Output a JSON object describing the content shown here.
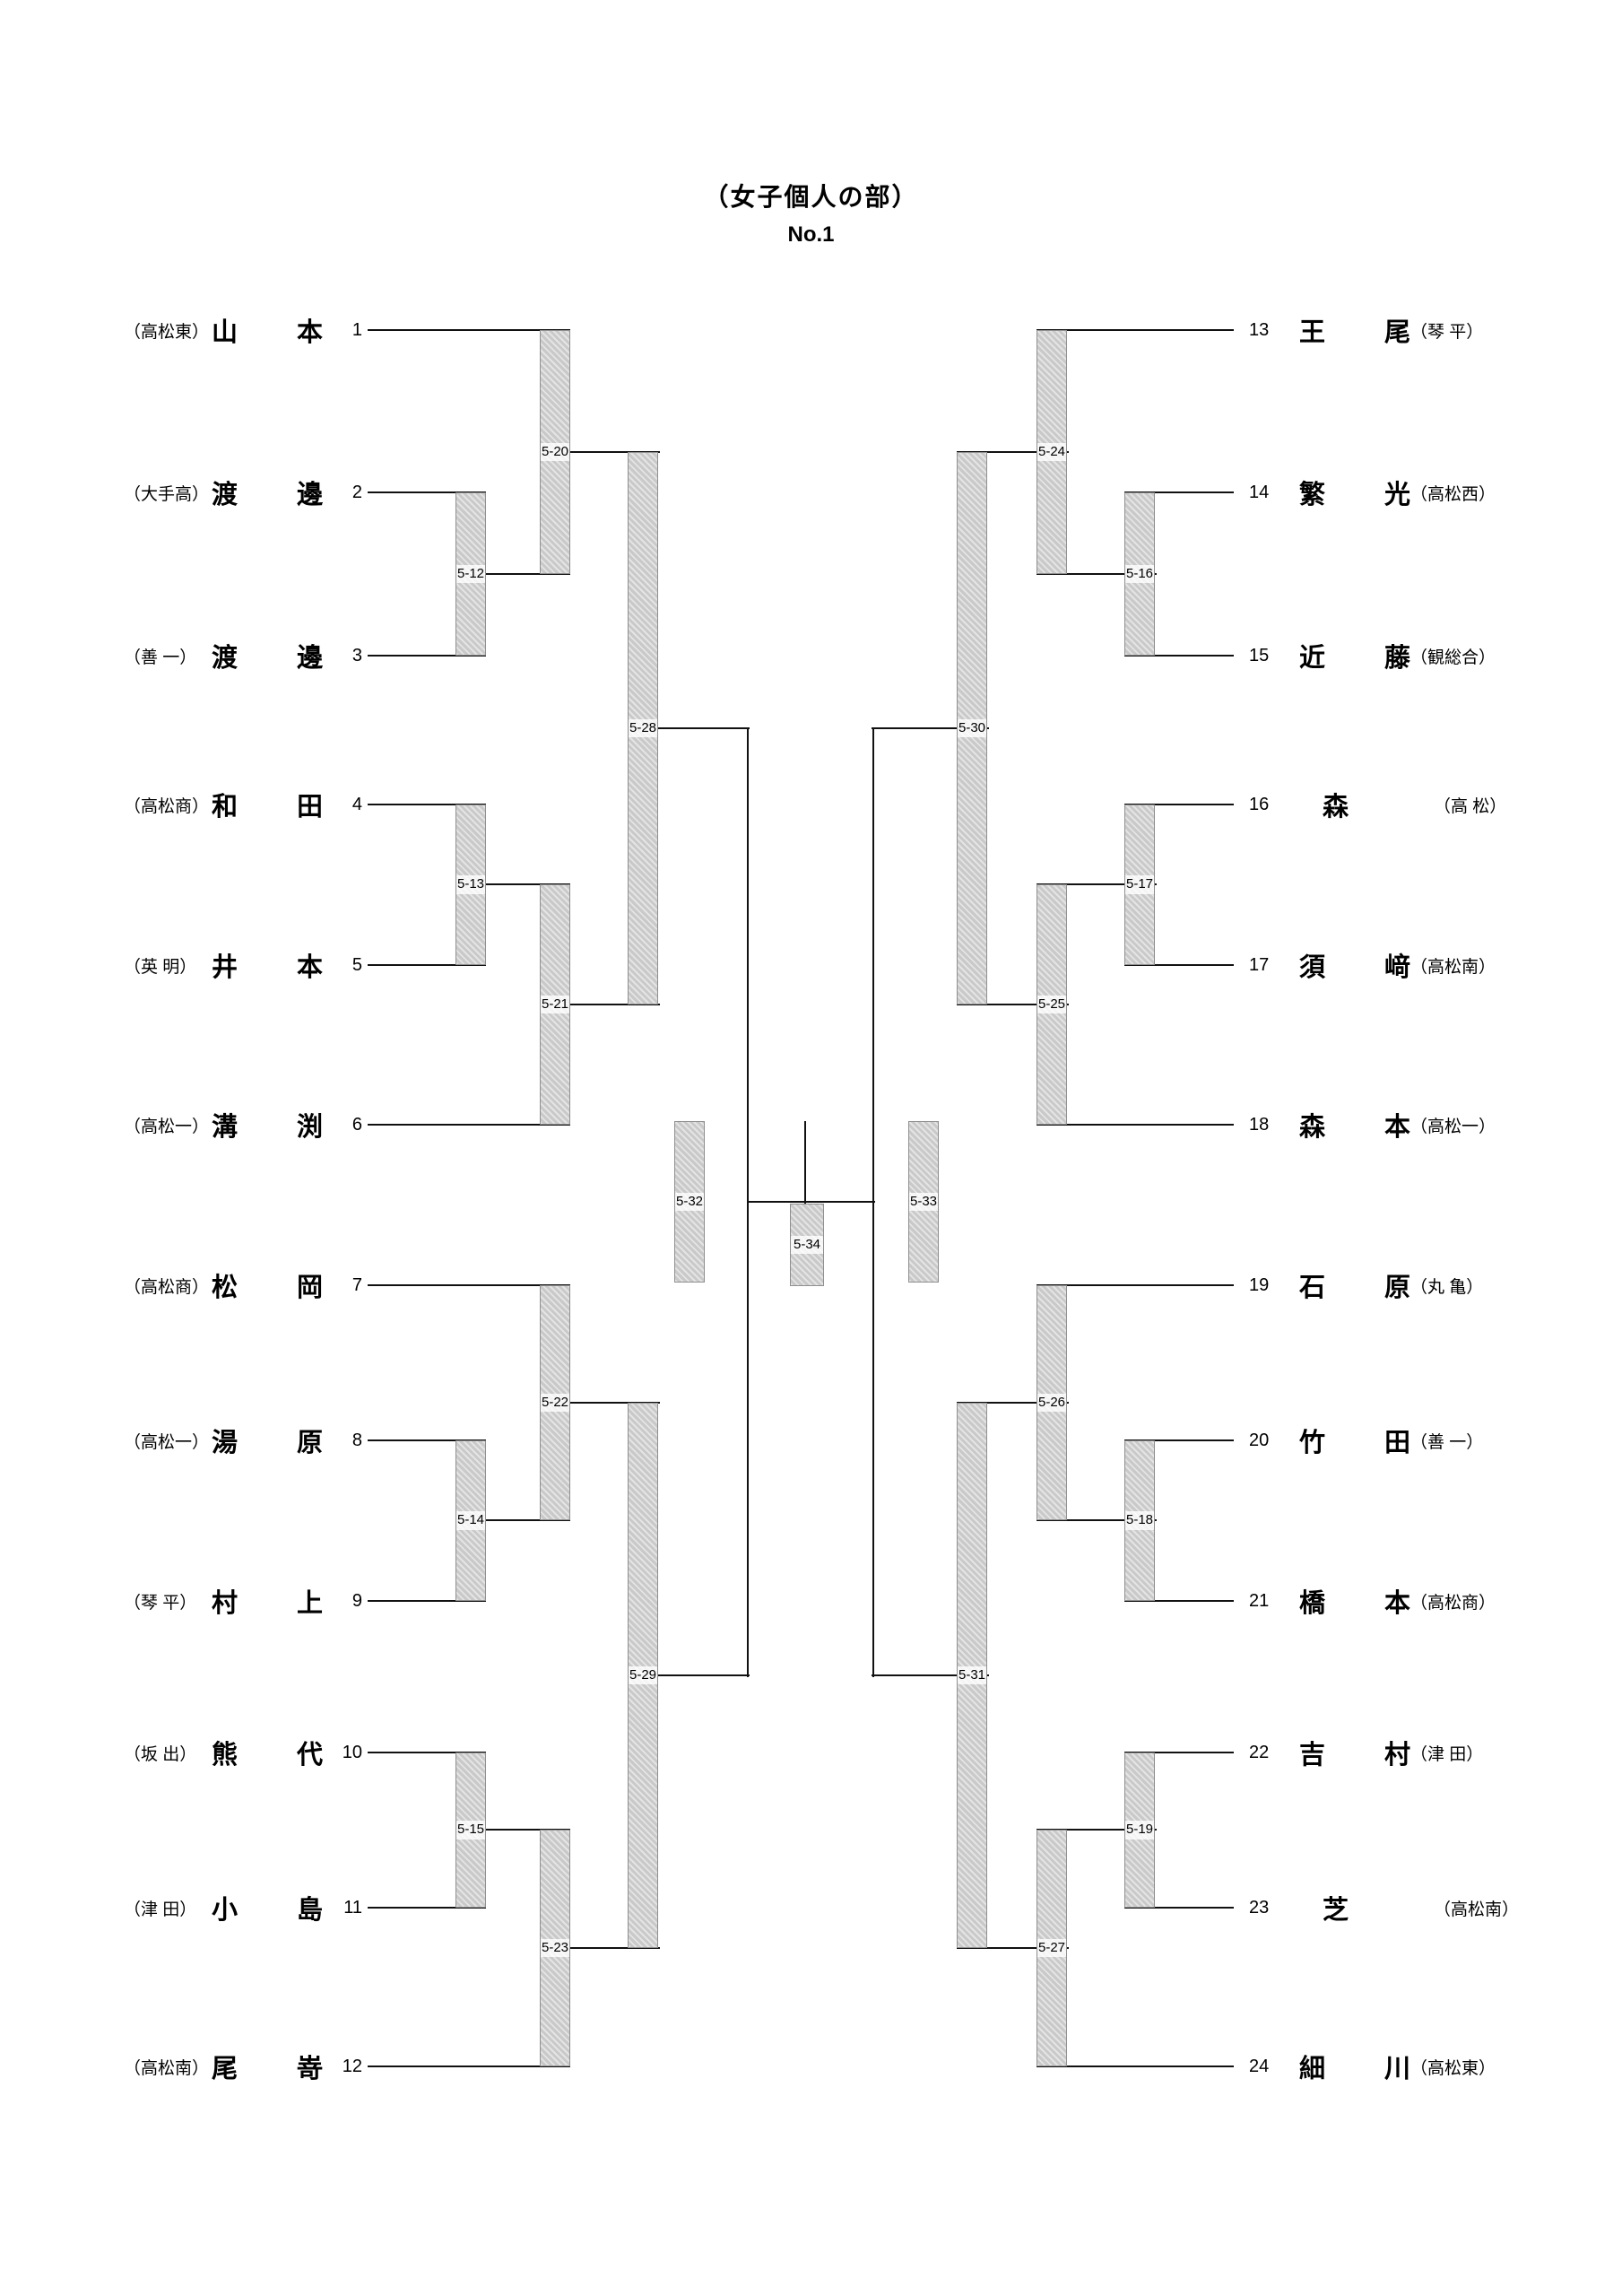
{
  "title": "（女子個人の部）",
  "subtitle": "No.1",
  "left_players": [
    {
      "seed": "1",
      "school": "（高松東）",
      "name": "山本"
    },
    {
      "seed": "2",
      "school": "（大手高）",
      "name": "渡邊"
    },
    {
      "seed": "3",
      "school": "（善 一）",
      "name": "渡邊"
    },
    {
      "seed": "4",
      "school": "（高松商）",
      "name": "和田"
    },
    {
      "seed": "5",
      "school": "（英 明）",
      "name": "井本"
    },
    {
      "seed": "6",
      "school": "（高松一）",
      "name": "溝渕"
    },
    {
      "seed": "7",
      "school": "（高松商）",
      "name": "松岡"
    },
    {
      "seed": "8",
      "school": "（高松一）",
      "name": "湯原"
    },
    {
      "seed": "9",
      "school": "（琴 平）",
      "name": "村上"
    },
    {
      "seed": "10",
      "school": "（坂 出）",
      "name": "熊代"
    },
    {
      "seed": "11",
      "school": "（津 田）",
      "name": "小島"
    },
    {
      "seed": "12",
      "school": "（高松南）",
      "name": "尾嵜"
    }
  ],
  "right_players": [
    {
      "seed": "13",
      "name": "王尾",
      "school": "（琴 平）"
    },
    {
      "seed": "14",
      "name": "繁光",
      "school": "（高松西）"
    },
    {
      "seed": "15",
      "name": "近藤",
      "school": "（観総合）"
    },
    {
      "seed": "16",
      "name": "森",
      "school": "（高 松）"
    },
    {
      "seed": "17",
      "name": "須﨑",
      "school": "（高松南）"
    },
    {
      "seed": "18",
      "name": "森本",
      "school": "（高松一）"
    },
    {
      "seed": "19",
      "name": "石原",
      "school": "（丸 亀）"
    },
    {
      "seed": "20",
      "name": "竹田",
      "school": "（善 一）"
    },
    {
      "seed": "21",
      "name": "橋本",
      "school": "（高松商）"
    },
    {
      "seed": "22",
      "name": "吉村",
      "school": "（津 田）"
    },
    {
      "seed": "23",
      "name": "芝",
      "school": "（高松南）"
    },
    {
      "seed": "24",
      "name": "細川",
      "school": "（高松東）"
    }
  ],
  "matches": [
    {
      "label": "5-12"
    },
    {
      "label": "5-13"
    },
    {
      "label": "5-14"
    },
    {
      "label": "5-15"
    },
    {
      "label": "5-16"
    },
    {
      "label": "5-17"
    },
    {
      "label": "5-18"
    },
    {
      "label": "5-19"
    },
    {
      "label": "5-20"
    },
    {
      "label": "5-21"
    },
    {
      "label": "5-22"
    },
    {
      "label": "5-23"
    },
    {
      "label": "5-24"
    },
    {
      "label": "5-25"
    },
    {
      "label": "5-26"
    },
    {
      "label": "5-27"
    },
    {
      "label": "5-28"
    },
    {
      "label": "5-29"
    },
    {
      "label": "5-30"
    },
    {
      "label": "5-31"
    },
    {
      "label": "5-32"
    },
    {
      "label": "5-33"
    },
    {
      "label": "5-34"
    }
  ]
}
